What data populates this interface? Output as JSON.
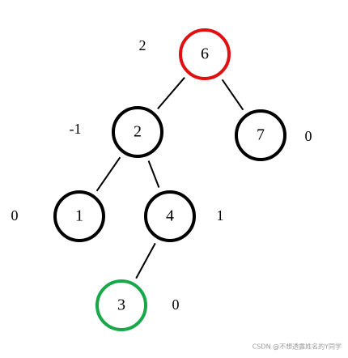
{
  "tree": {
    "colors": {
      "default_outline": "#000000",
      "highlight_red": "#e01010",
      "highlight_green": "#18a84a"
    },
    "nodes": [
      {
        "id": "n6",
        "label": "6",
        "balance_factor": "2",
        "outline_color": "#e01010"
      },
      {
        "id": "n2",
        "label": "2",
        "balance_factor": "-1",
        "outline_color": "#000000"
      },
      {
        "id": "n7",
        "label": "7",
        "balance_factor": "0",
        "outline_color": "#000000"
      },
      {
        "id": "n1",
        "label": "1",
        "balance_factor": "0",
        "outline_color": "#000000"
      },
      {
        "id": "n4",
        "label": "4",
        "balance_factor": "1",
        "outline_color": "#000000"
      },
      {
        "id": "n3",
        "label": "3",
        "balance_factor": "0",
        "outline_color": "#18a84a"
      }
    ],
    "edges": [
      {
        "from": "n6",
        "to": "n2"
      },
      {
        "from": "n6",
        "to": "n7"
      },
      {
        "from": "n2",
        "to": "n1"
      },
      {
        "from": "n2",
        "to": "n4"
      },
      {
        "from": "n4",
        "to": "n3"
      }
    ]
  },
  "watermark": "CSDN @不想透露姓名的Y同学"
}
